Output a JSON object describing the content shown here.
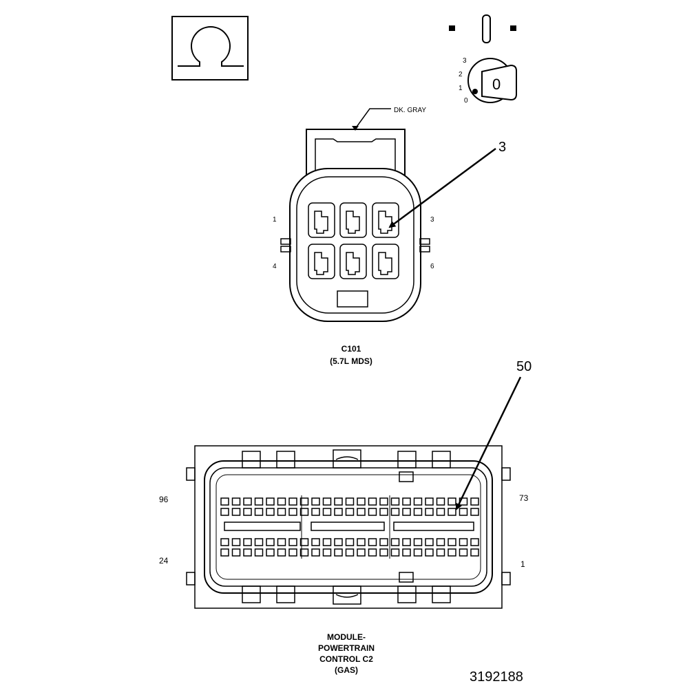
{
  "ohm_symbol": "Ω",
  "ignition": {
    "positions": [
      "3",
      "2",
      "1",
      "0"
    ],
    "key_label": "0"
  },
  "c101": {
    "wire_color": "DK. GRAY",
    "callout": "3",
    "pin_labels": {
      "top_left": "1",
      "top_right": "3",
      "bottom_left": "4",
      "bottom_right": "6"
    },
    "name": "C101",
    "subtitle": "(5.7L MDS)"
  },
  "c2": {
    "callout": "50",
    "pin_labels": {
      "top_left": "96",
      "top_right": "73",
      "bottom_left": "24",
      "bottom_right": "1"
    },
    "name_lines": [
      "MODULE-",
      "POWERTRAIN",
      "CONTROL C2",
      "(GAS)"
    ]
  },
  "figure_id": "3192188"
}
